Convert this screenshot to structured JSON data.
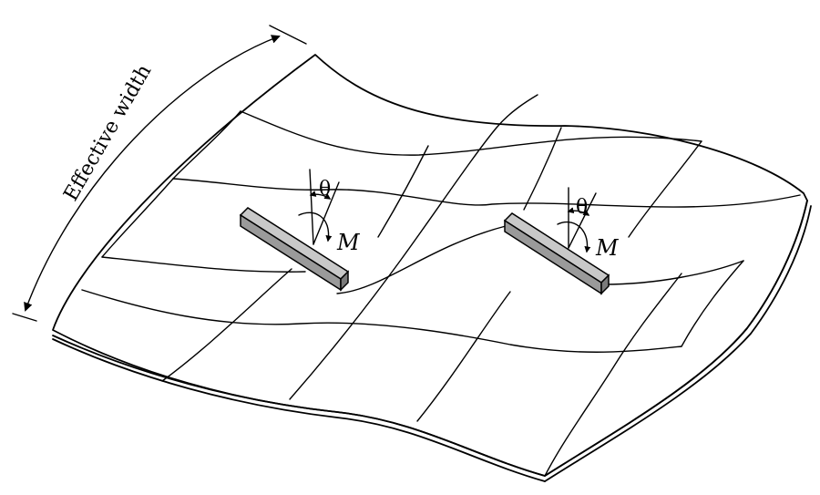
{
  "labels": {
    "effective_width": "Effective width",
    "theta_left": "θ",
    "theta_right": "θ",
    "moment_left": "M",
    "moment_right": "M"
  },
  "colors": {
    "line": "#000000",
    "stiffener_top": "#c8c8c8",
    "stiffener_side": "#9a9a9a",
    "background": "#ffffff"
  }
}
